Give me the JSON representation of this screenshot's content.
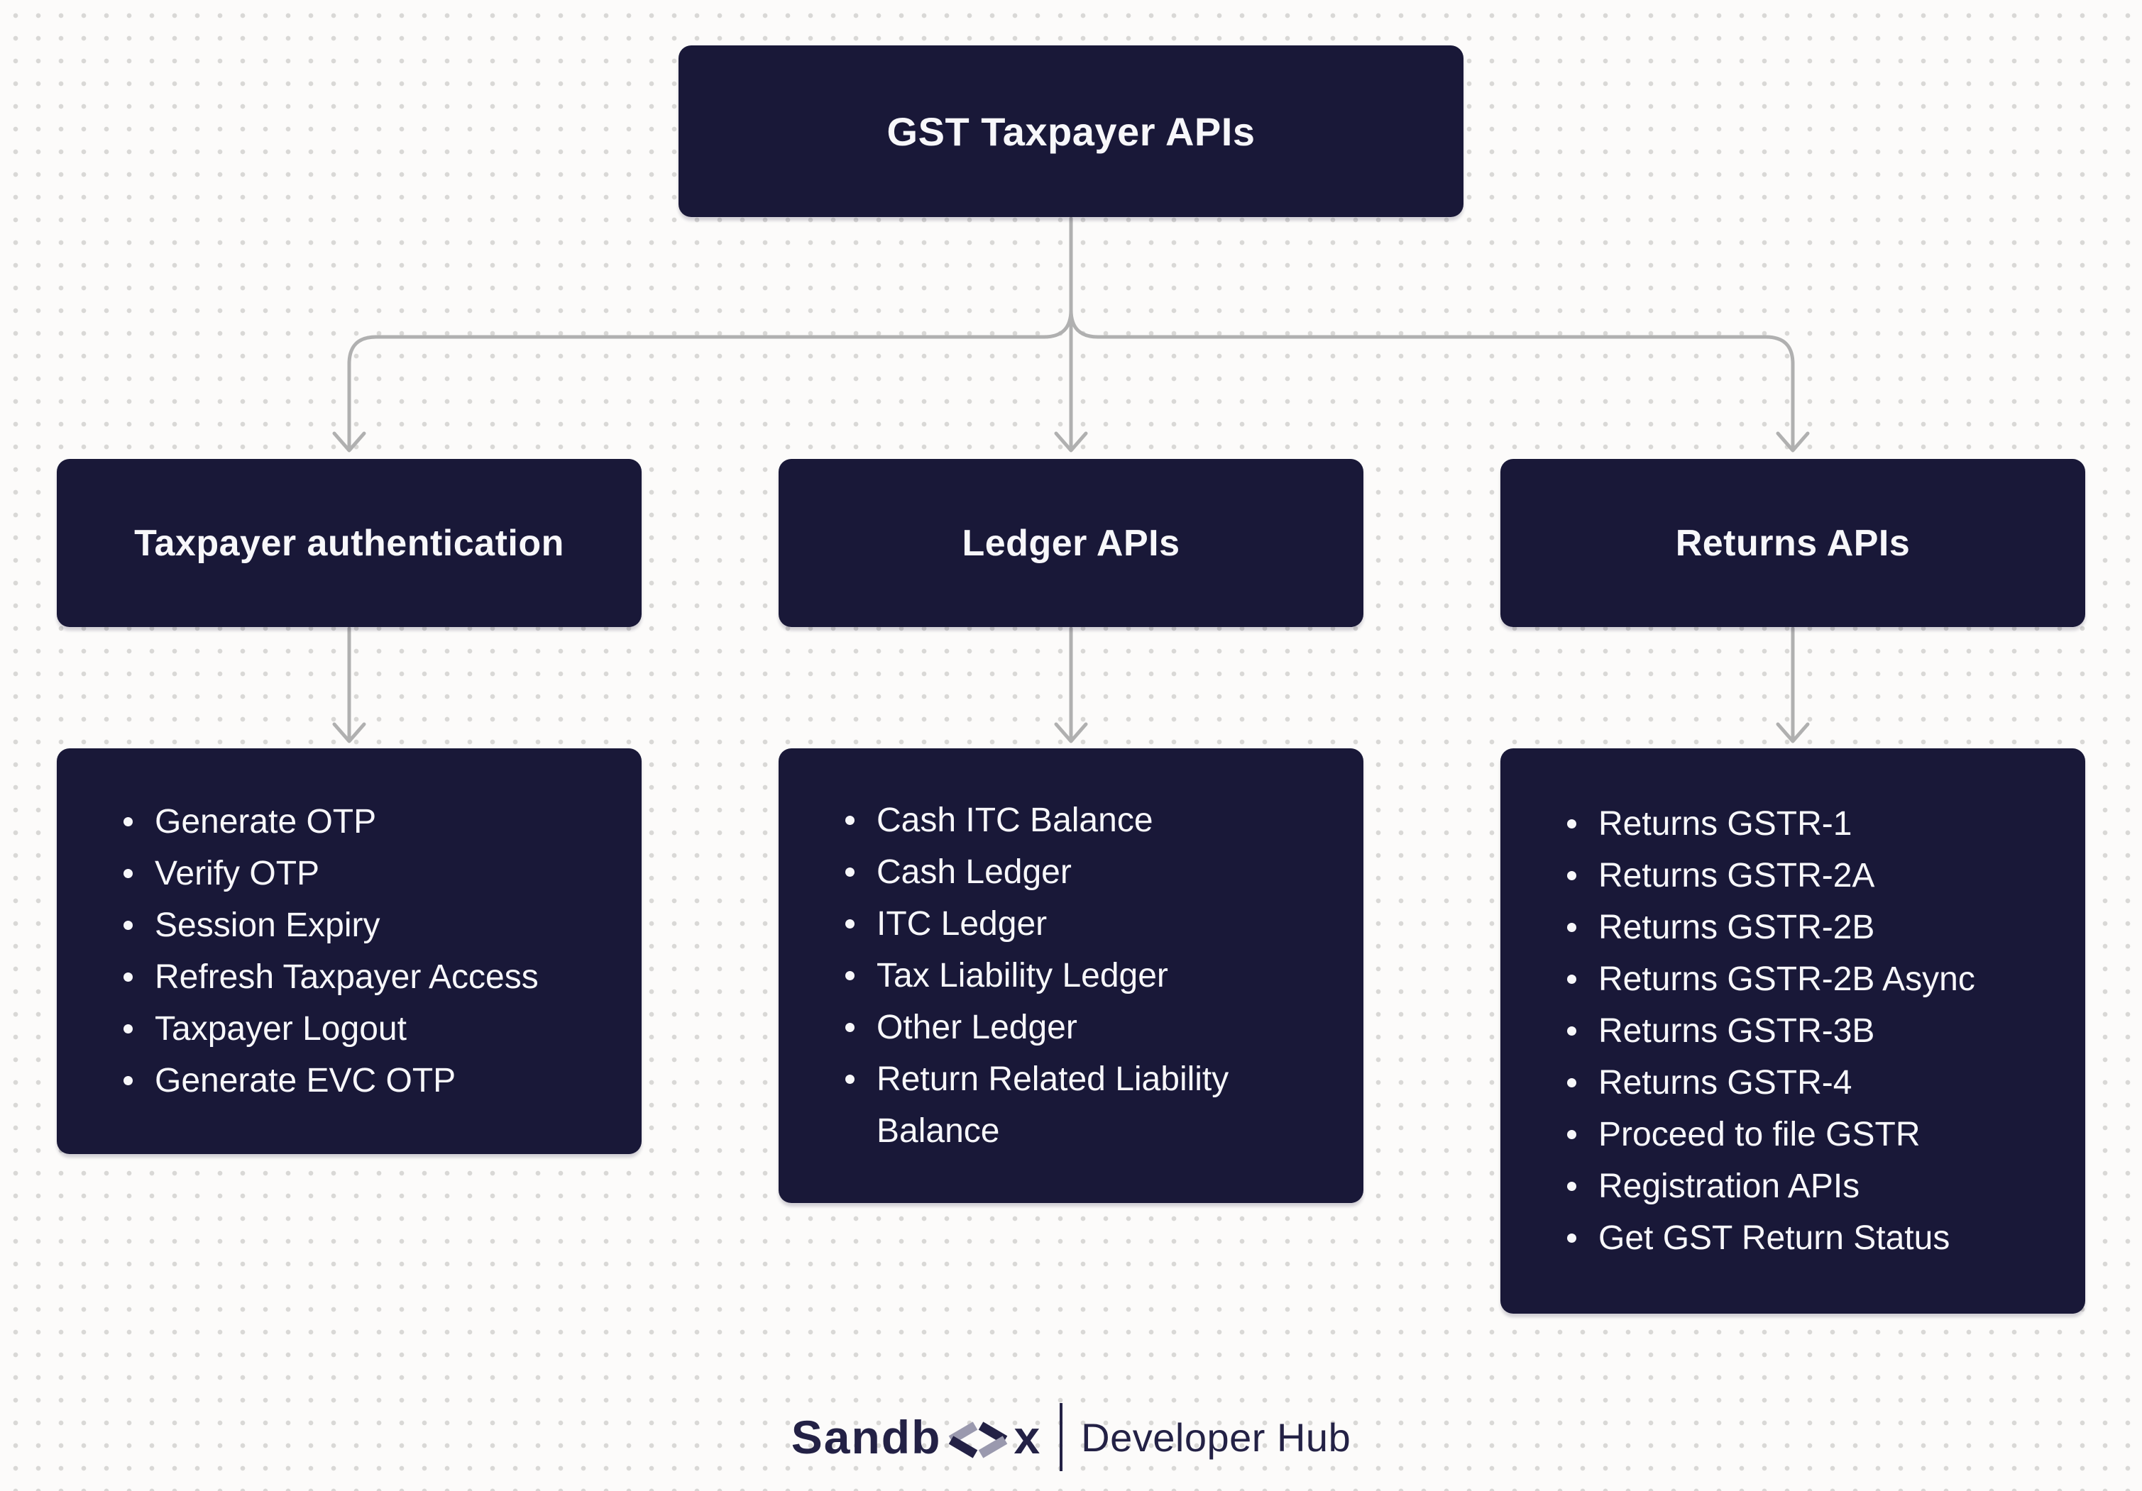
{
  "diagram": {
    "root": {
      "title": "GST Taxpayer APIs"
    },
    "branches": [
      {
        "title": "Taxpayer authentication",
        "items": [
          "Generate OTP",
          "Verify OTP",
          "Session Expiry",
          "Refresh Taxpayer Access",
          "Taxpayer Logout",
          "Generate EVC OTP"
        ]
      },
      {
        "title": "Ledger APIs",
        "items": [
          "Cash ITC Balance",
          "Cash Ledger",
          "ITC Ledger",
          "Tax Liability Ledger",
          "Other Ledger",
          "Return Related Liability Balance"
        ]
      },
      {
        "title": "Returns APIs",
        "items": [
          "Returns GSTR-1",
          "Returns GSTR-2A",
          "Returns GSTR-2B",
          "Returns GSTR-2B Async",
          "Returns GSTR-3B",
          "Returns GSTR-4",
          "Proceed to file GSTR",
          "Registration APIs",
          "Get GST Return Status"
        ]
      }
    ]
  },
  "footer": {
    "brand_prefix": "Sandb",
    "brand_suffix": "x",
    "tagline": "Developer Hub"
  },
  "colors": {
    "node_bg": "#191838",
    "node_text": "#f7f7fa",
    "connector": "#b0b0b0",
    "logo_navy": "#232145",
    "logo_gray": "#9a99ae",
    "page_bg": "#fcfbfa",
    "dot_grid": "#d9d8d6"
  }
}
